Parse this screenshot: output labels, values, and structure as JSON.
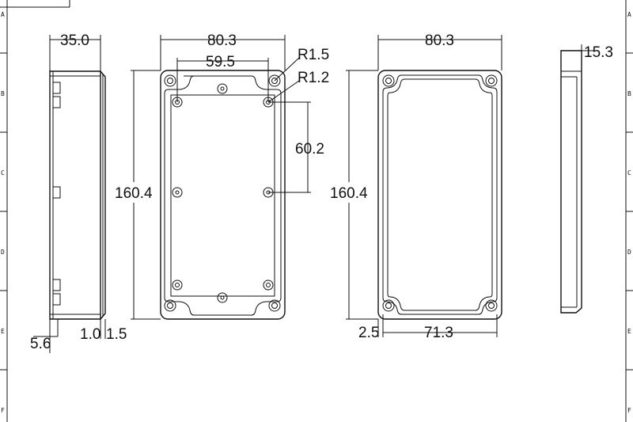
{
  "zones": [
    "A",
    "B",
    "C",
    "D",
    "E",
    "F"
  ],
  "side_view": {
    "width": "35.0",
    "dim_5_6": "5.6",
    "dim_1_0": "1.0",
    "dim_1_5": "1.5"
  },
  "base_view": {
    "width": "80.3",
    "hole_spacing_x": "59.5",
    "radius_outer": "R1.5",
    "radius_inner": "R1.2",
    "hole_spacing_y": "60.2",
    "height": "160.4"
  },
  "lid_view": {
    "width": "80.3",
    "height": "160.4",
    "inner_width": "71.3",
    "edge": "2.5"
  },
  "edge_view": {
    "thickness": "15.3"
  }
}
